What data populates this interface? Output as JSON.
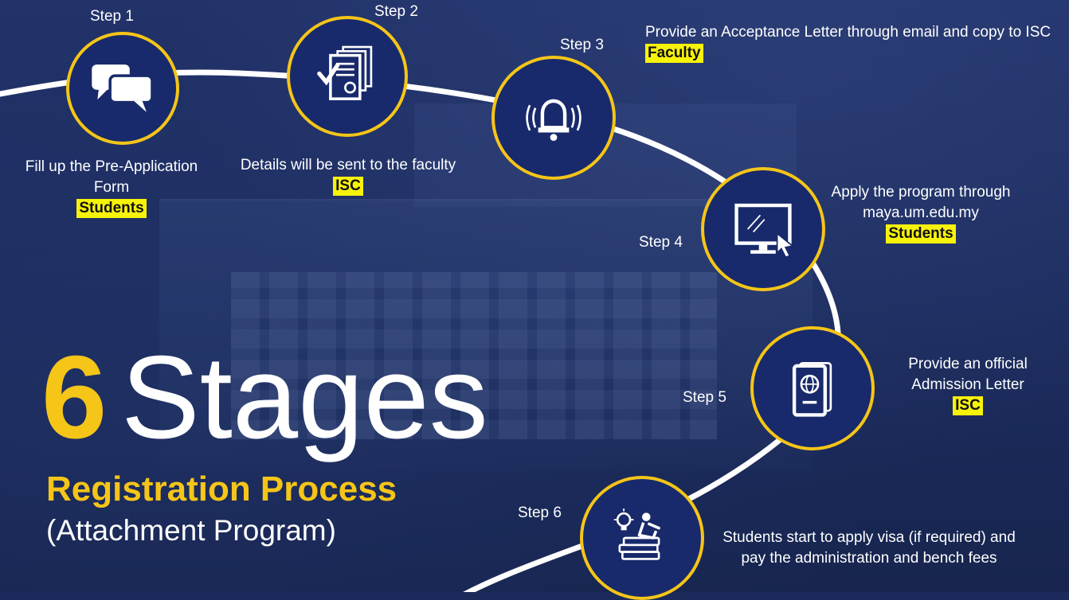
{
  "title": {
    "number": "6",
    "word": "Stages",
    "subtitle": "Registration Process",
    "subtitle2": "(Attachment Program)"
  },
  "colors": {
    "accent": "#f5c518",
    "highlight": "#f7f20a",
    "circle_bg": "#182a6b",
    "background": "#1b2a5a"
  },
  "steps": [
    {
      "label": "Step 1",
      "icon": "chat-bubbles-icon",
      "description": "Fill up the Pre-Application Form",
      "owner": "Students"
    },
    {
      "label": "Step 2",
      "icon": "documents-check-icon",
      "description": "Details will be sent to the faculty",
      "owner": "ISC"
    },
    {
      "label": "Step 3",
      "icon": "bell-icon",
      "description": "Provide an Acceptance Letter through email and copy to ISC",
      "owner": "Faculty"
    },
    {
      "label": "Step 4",
      "icon": "monitor-cursor-icon",
      "description": "Apply the program through maya.um.edu.my",
      "owner": "Students"
    },
    {
      "label": "Step 5",
      "icon": "passport-icon",
      "description": "Provide an official Admission Letter",
      "owner": "ISC"
    },
    {
      "label": "Step 6",
      "icon": "books-lightbulb-icon",
      "description": "Students start to apply visa (if required) and pay the administration and bench fees",
      "owner": ""
    }
  ]
}
